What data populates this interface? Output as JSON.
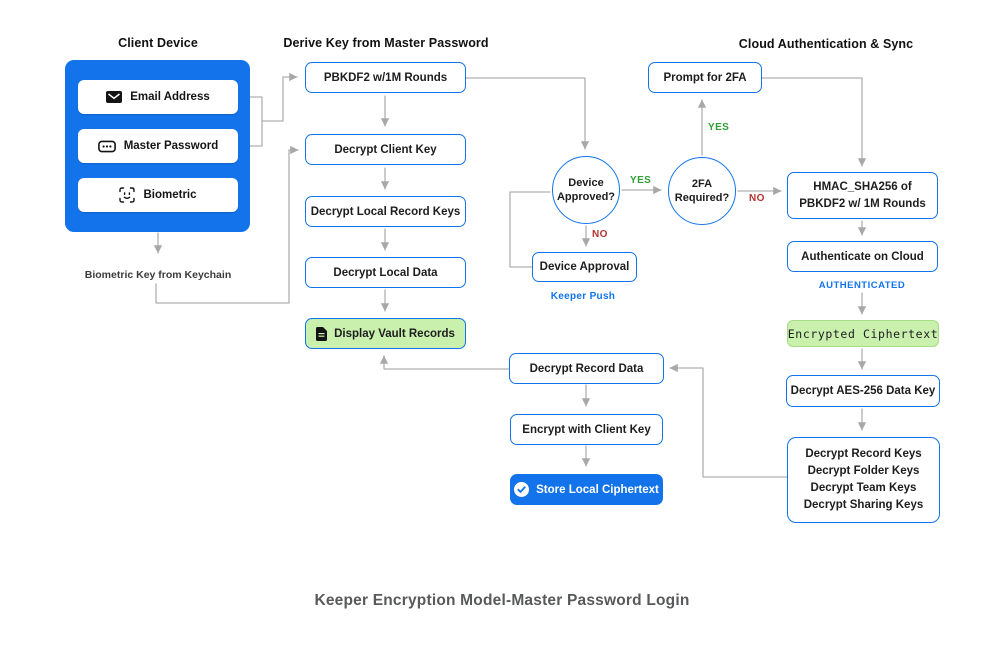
{
  "page_title": "Keeper Encryption Model-Master Password Login",
  "colors": {
    "accent_blue": "#1273EB",
    "light_green_fill": "#C9F0AD",
    "yes_green": "#2F9E36",
    "no_red": "#B23430",
    "connector_gray": "#ADADAD",
    "label_blue": "#1273EB"
  },
  "sections": {
    "client": {
      "header": "Client Device",
      "buttons": [
        {
          "label": "Email Address",
          "icon": "envelope-icon"
        },
        {
          "label": "Master Password",
          "icon": "password-field-icon"
        },
        {
          "label": "Biometric",
          "icon": "face-scan-icon"
        }
      ],
      "note": "Biometric Key from Keychain"
    },
    "derive": {
      "header": "Derive Key from Master Password",
      "pbkdf2": "PBKDF2 w/1M Rounds",
      "decrypt_client_key": "Decrypt Client Key",
      "decrypt_local_record_keys": "Decrypt Local Record Keys",
      "decrypt_local_data": "Decrypt Local Data",
      "display_vault_records": "Display Vault Records"
    },
    "decisions": {
      "device_approved": [
        "Device",
        "Approved?"
      ],
      "twofa_required": [
        "2FA",
        "Required?"
      ],
      "device_approval": "Device Approval",
      "keeper_push": "Keeper Push",
      "yes": "YES",
      "no": "NO"
    },
    "cloud": {
      "header": "Cloud Authentication & Sync",
      "prompt_2fa": "Prompt for 2FA",
      "hmac": [
        "HMAC_SHA256 of",
        "PBKDF2 w/ 1M Rounds"
      ],
      "authenticate": "Authenticate on Cloud",
      "authenticated": "AUTHENTICATED",
      "encrypted_ciphertext": "Encrypted Ciphertext",
      "decrypt_aes": "Decrypt AES-256 Data Key",
      "decrypt_keys": [
        "Decrypt Record Keys",
        "Decrypt Folder Keys",
        "Decrypt Team Keys",
        "Decrypt Sharing Keys"
      ]
    },
    "sync": {
      "decrypt_record_data": "Decrypt Record Data",
      "encrypt_with_client_key": "Encrypt with Client Key",
      "store_local_ciphertext": "Store Local Ciphertext"
    }
  }
}
